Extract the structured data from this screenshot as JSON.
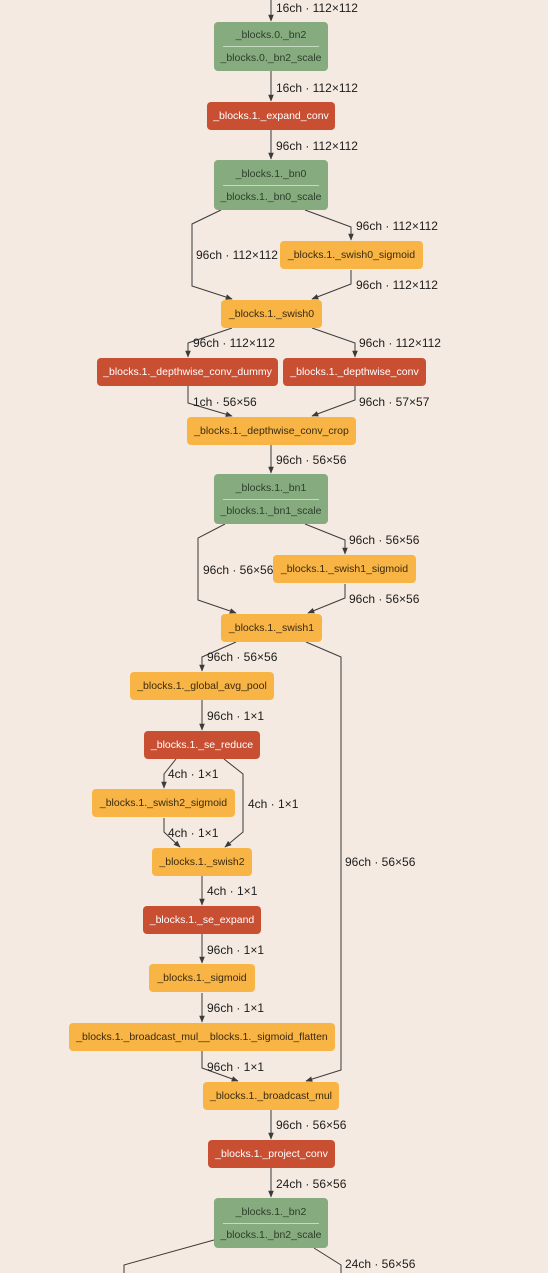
{
  "nodes": {
    "b0_bn2": {
      "title": "_blocks.0._bn2",
      "sub": "_blocks.0._bn2_scale"
    },
    "expand_conv": "_blocks.1._expand_conv",
    "bn0": {
      "title": "_blocks.1._bn0",
      "sub": "_blocks.1._bn0_scale"
    },
    "swish0_sigmoid": "_blocks.1._swish0_sigmoid",
    "swish0": "_blocks.1._swish0",
    "dw_dummy": "_blocks.1._depthwise_conv_dummy",
    "dw_conv": "_blocks.1._depthwise_conv",
    "dw_crop": "_blocks.1._depthwise_conv_crop",
    "bn1": {
      "title": "_blocks.1._bn1",
      "sub": "_blocks.1._bn1_scale"
    },
    "swish1_sigmoid": "_blocks.1._swish1_sigmoid",
    "swish1": "_blocks.1._swish1",
    "global_avg_pool": "_blocks.1._global_avg_pool",
    "se_reduce": "_blocks.1._se_reduce",
    "swish2_sigmoid": "_blocks.1._swish2_sigmoid",
    "swish2": "_blocks.1._swish2",
    "se_expand": "_blocks.1._se_expand",
    "sigmoid": "_blocks.1._sigmoid",
    "bmul_flatten": "_blocks.1._broadcast_mul__blocks.1._sigmoid_flatten",
    "broadcast_mul": "_blocks.1._broadcast_mul",
    "project_conv": "_blocks.1._project_conv",
    "bn2": {
      "title": "_blocks.1._bn2",
      "sub": "_blocks.1._bn2_scale"
    }
  },
  "edge_labels": {
    "top": "16ch · 112×112",
    "b0bn2_expand": "16ch · 112×112",
    "expand_bn0": "96ch · 112×112",
    "bn0_swish0sig": "96ch · 112×112",
    "bn0_swish0": "96ch · 112×112",
    "swish0sig_swish0": "96ch · 112×112",
    "swish0_dummy": "96ch · 112×112",
    "swish0_dwconv": "96ch · 112×112",
    "dummy_crop": "1ch · 56×56",
    "dwconv_crop": "96ch · 57×57",
    "crop_bn1": "96ch · 56×56",
    "bn1_swish1sig": "96ch · 56×56",
    "bn1_swish1": "96ch · 56×56",
    "swish1sig_swish1": "96ch · 56×56",
    "swish1_gap": "96ch · 56×56",
    "gap_sereduce": "96ch · 1×1",
    "sereduce_swish2sig": "4ch · 1×1",
    "sereduce_swish2": "4ch · 1×1",
    "swish2sig_swish2": "4ch · 1×1",
    "swish1_bmul": "96ch · 56×56",
    "swish2_seexpand": "4ch · 1×1",
    "seexpand_sigmoid": "96ch · 1×1",
    "sigmoid_flatten": "96ch · 1×1",
    "flatten_bmul": "96ch · 1×1",
    "bmul_project": "96ch · 56×56",
    "project_bn2": "24ch · 56×56",
    "bn2_out": "24ch · 56×56"
  },
  "colors": {
    "conv": "#c94f33",
    "activation": "#f8b545",
    "batchnorm": "#86ab7f",
    "edge": "#3b3b3b",
    "background": "#f5eae1"
  }
}
